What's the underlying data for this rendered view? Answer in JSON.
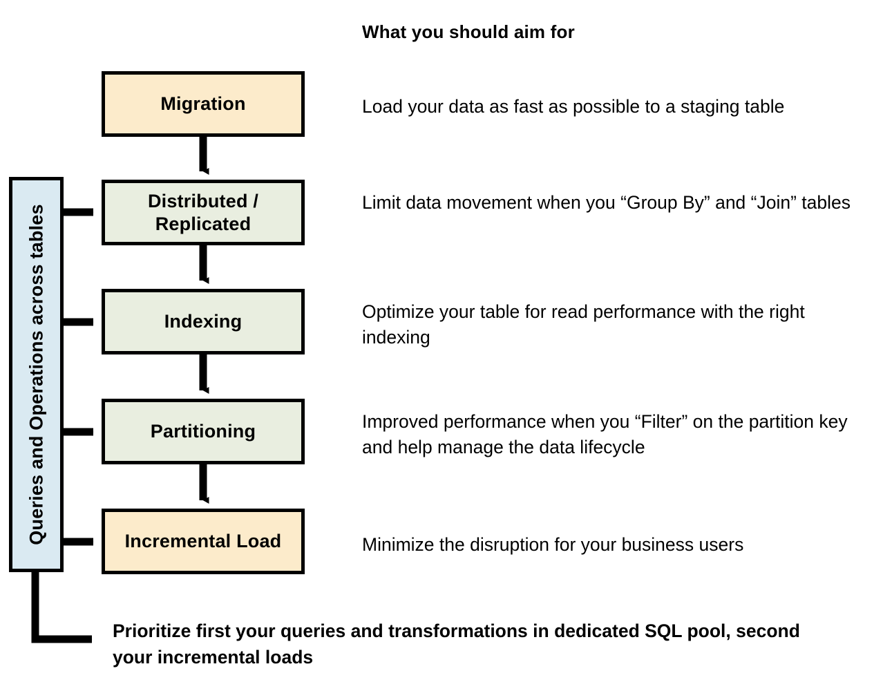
{
  "heading": {
    "aim_for": "What you should aim for"
  },
  "sidebar": {
    "label": "Queries and Operations across tables",
    "color": "#DAEAF2"
  },
  "colors": {
    "cream": "#FCEBCB",
    "green": "#E9EEE0",
    "blue": "#DAEAF2",
    "stroke": "#000000",
    "background": "#FFFFFF"
  },
  "stages": [
    {
      "name": "migration",
      "label": "Migration",
      "fill": "cream",
      "description": "Load your data as fast as possible to a staging table",
      "has_sidebar_arrow": false
    },
    {
      "name": "distributed-replicated",
      "label": "Distributed / Replicated",
      "label_line1": "Distributed /",
      "label_line2": "Replicated",
      "fill": "green",
      "description": "Limit data movement when you “Group By” and “Join” tables",
      "has_sidebar_arrow": true
    },
    {
      "name": "indexing",
      "label": "Indexing",
      "fill": "green",
      "description": "Optimize your table for read performance with the right indexing",
      "has_sidebar_arrow": true
    },
    {
      "name": "partitioning",
      "label": "Partitioning",
      "fill": "green",
      "description": "Improved performance when you “Filter” on the partition key and help manage the data lifecycle",
      "has_sidebar_arrow": true
    },
    {
      "name": "incremental-load",
      "label": "Incremental Load",
      "fill": "cream",
      "description": "Minimize the disruption for your business users",
      "has_sidebar_arrow": true
    }
  ],
  "footer": {
    "note": "Prioritize first your queries and transformations in dedicated SQL pool, second your incremental loads"
  }
}
